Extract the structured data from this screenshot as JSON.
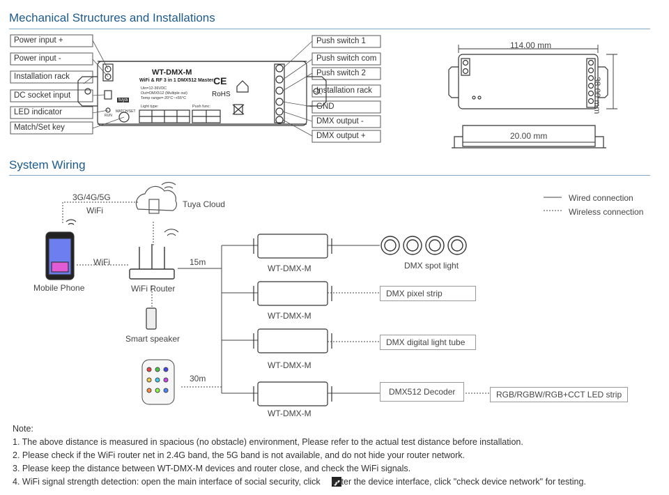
{
  "sections": {
    "mechanical": "Mechanical Structures and Installations",
    "wiring": "System Wiring"
  },
  "left_labels": [
    "Power input +",
    "Power input -",
    "Installation rack",
    "DC socket input",
    "LED indicator",
    "Match/Set key"
  ],
  "right_labels": [
    "Push switch 1",
    "Push switch com",
    "Push switch 2",
    "Installation rack",
    "GND",
    "DMX output -",
    "DMX output +"
  ],
  "device": {
    "model": "WT-DMX-M",
    "subtitle": "WiFi & RF 3 in 1 DMX512 Master",
    "specs": [
      "Uin=12-36VDC",
      "Out=DMX512 (Multiple out)",
      "Temp range=-20°C~+55°C"
    ],
    "light_type": "Light type:",
    "push_func": "Push func:",
    "ce": "CE",
    "rohs": "RoHS",
    "tuya": "tuya",
    "run": "RUN",
    "match_set": "MATCH/SET"
  },
  "dimensions": {
    "length": "114.00 mm",
    "height": "38.00 mm",
    "depth": "20.00 mm"
  },
  "wiring": {
    "cloud": "Tuya Cloud",
    "network": "3G/4G/5G",
    "wifi_top": "WiFi",
    "wifi_mid": "WiFi",
    "phone": "Mobile Phone",
    "router": "WiFi Router",
    "speaker": "Smart speaker",
    "dist_15": "15m",
    "dist_30": "30m",
    "controller": [
      "WT-DMX-M",
      "WT-DMX-M",
      "WT-DMX-M",
      "WT-DMX-M"
    ],
    "spot": "DMX spot light",
    "pixel": "DMX pixel strip",
    "tube": "DMX digital light tube",
    "decoder": "DMX512 Decoder",
    "strip": "RGB/RGBW/RGB+CCT LED strip",
    "legend_wired": "Wired connection",
    "legend_wireless": "Wireless connection"
  },
  "notes": {
    "title": "Note:",
    "items": [
      "1. The above distance is measured in spacious (no obstacle) environment, Please refer to the actual test distance before installation.",
      "2. Please check if the WiFi router net in 2.4G band, the 5G band is not available, and do not hide your router network.",
      "3. Please keep the distance between WT-DMX-M devices and router close, and check the WiFi signals.",
      "4. WiFi signal strength detection: open the main interface of social security, click",
      "enter the device interface, click \"check device network\" for testing."
    ]
  }
}
